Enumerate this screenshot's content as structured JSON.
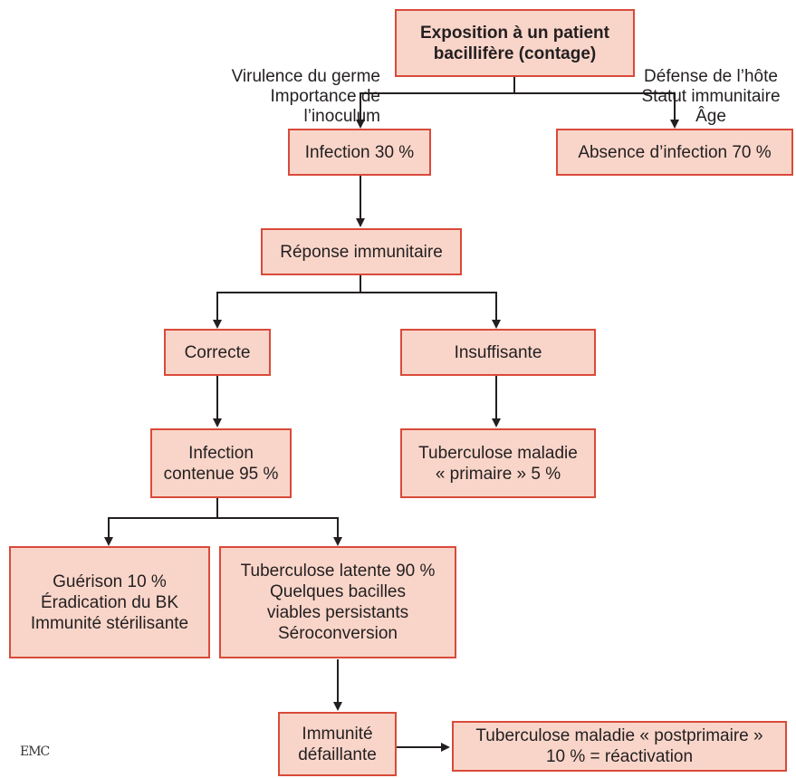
{
  "nodes": {
    "exposition": "Exposition à un patient\nbacillifère (contage)",
    "infection": "Infection 30 %",
    "absence": "Absence d’infection 70 %",
    "reponse": "Réponse immunitaire",
    "correcte": "Correcte",
    "insuffisante": "Insuffisante",
    "contenue": "Infection\ncontenue 95 %",
    "primaire": "Tuberculose maladie\n« primaire » 5 %",
    "guerison": "Guérison 10 %\nÉradication du BK\nImmunité stérilisante",
    "latente": "Tuberculose latente 90 %\nQuelques bacilles\nviables persistants\nSéroconversion",
    "defaillante": "Immunité\ndéfaillante",
    "postprimaire": "Tuberculose maladie « postprimaire »\n10 % = réactivation"
  },
  "annotations": {
    "left": "Virulence du germe\nImportance de\nl’inoculum",
    "right": "Défense de l’hôte\nStatut immunitaire\nÂge"
  },
  "logo": "EMC"
}
